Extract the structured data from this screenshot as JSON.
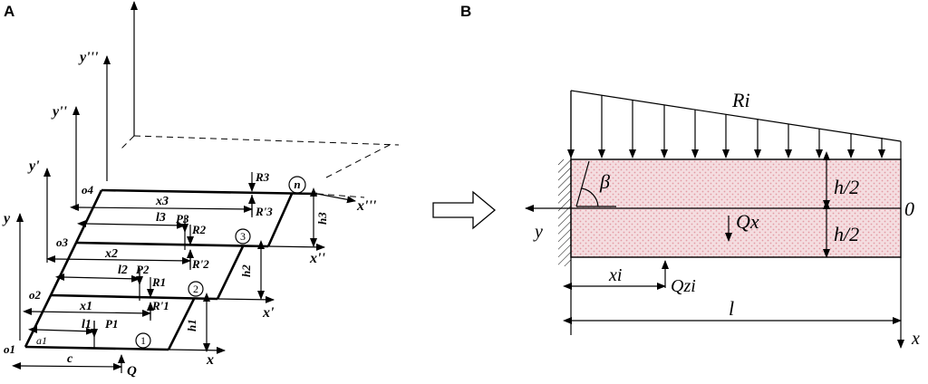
{
  "panel_a": {
    "label": "A",
    "axes": {
      "y": "y",
      "y1": "y'",
      "y2": "y''",
      "y3": "y'''",
      "x": "x",
      "x1": "x'",
      "x2": "x''",
      "x3": "x'''"
    },
    "origins": [
      "o1",
      "o2",
      "o3",
      "o4"
    ],
    "dims": {
      "x1": "x1",
      "x2": "x2",
      "x3": "x3",
      "l1": "l1",
      "l2": "l2",
      "l3": "l3",
      "h1": "h1",
      "h2": "h2",
      "h3": "h3",
      "c": "c",
      "a1": "a1"
    },
    "forces": {
      "P1": "P1",
      "P2": "P2",
      "P3": "P3",
      "R1": "R1",
      "R2": "R2",
      "R3": "R3",
      "Rp1": "R'1",
      "Rp2": "R'2",
      "Rp3": "R'3",
      "Q": "Q"
    },
    "circled": [
      "1",
      "2",
      "3",
      "n"
    ]
  },
  "panel_b": {
    "label": "B",
    "load": "Ri",
    "angle": "β",
    "half_top": "h/2",
    "half_bottom": "h/2",
    "zero": "0",
    "y_axis": "y",
    "x_axis": "x",
    "qx": "Qx",
    "xi": "xi",
    "qzi": "Qzi",
    "length": "l"
  },
  "colors": {
    "fill": "#f2d8dc",
    "dots": "#e8a0a8",
    "line": "#000000"
  }
}
